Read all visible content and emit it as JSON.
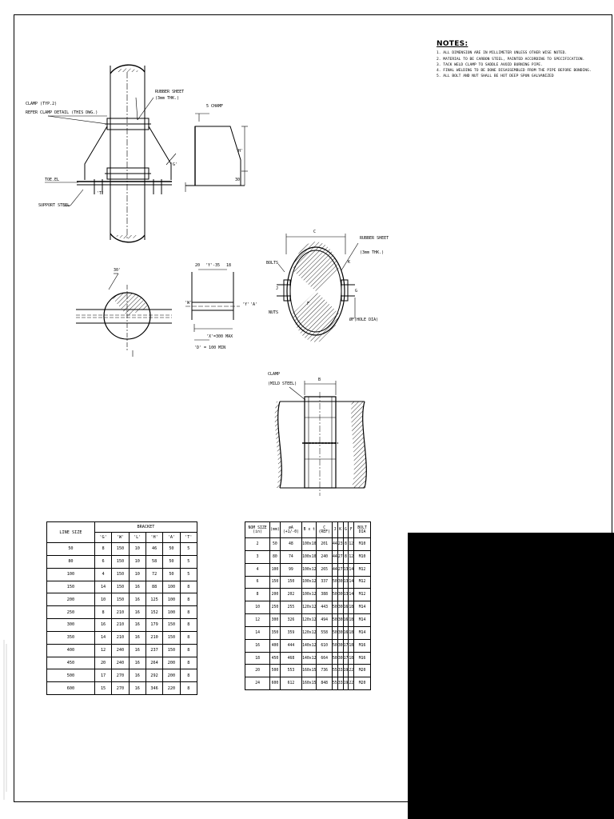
{
  "notes": {
    "title": "NOTES:",
    "items": [
      "1. ALL DIMENSION ARE IN MILLIMETER UNLESS OTHER WISE NOTED.",
      "2. MATERIAL TO BE CARBON STEEL, PAINTED ACCORDING TO SPECIFICATION.",
      "3. TACK WELD CLAMP TO SADDLE AVOID BURNING PIPE.",
      "4. FINAL WELDING TO BE DONE DISASSEMBLED FROM THE PIPE BEFORE BONDING.",
      "5. ALL BOLT AND NUT SHALL BE HOT DEEP SPUN GALVANIZED"
    ]
  },
  "labels": {
    "clamp_typ": "CLAMP (TYP.2)",
    "refer_clamp": "REFER CLAMP DETAIL (THIS DWG.)",
    "rubber_sheet_1": "RUBBER SHEET",
    "rubber_sheet_1b": "(3mm THK.)",
    "chamf": "5 CHAMF",
    "dim_h": "'H'",
    "dim_30": "30",
    "toe": "TOE.EL",
    "support_steel": "SUPPORT STEEL",
    "dim_t": "'T'",
    "dim_g": "'G'",
    "angle_30": "30'",
    "dim_20": "20",
    "y35": "'Y'-35",
    "dim_18": "18",
    "dim_y": "'Y'",
    "dim_w": "'W'",
    "dim_a": "'A'",
    "max_note": "'X'=300 MAX",
    "min_note": "'D'  = 100 MIN",
    "c_label": "C",
    "rubber_sheet_2": "RUBBER SHEET",
    "rubber_sheet_2b": "(3mm THK.)",
    "bolts": "BOLTS",
    "nuts": "NUTS",
    "k_label": "K",
    "j_label": "J",
    "g_label": "G",
    "f_label": "F",
    "hole_dia": "ØF(HOLE DIA)",
    "clamp_mild": "CLAMP",
    "clamp_mild_b": "(MILD STEEL)",
    "b_label": "B"
  },
  "bracket_table": {
    "line_size_header": "LINE SIZE",
    "group_header": "BRACKET",
    "columns": [
      "'G'",
      "'W'",
      "'L'",
      "'H'",
      "'A'",
      "'T'"
    ],
    "rows": [
      [
        "50",
        "8",
        "150",
        "10",
        "46",
        "50",
        "5"
      ],
      [
        "80",
        "6",
        "150",
        "10",
        "58",
        "50",
        "5"
      ],
      [
        "100",
        "4",
        "150",
        "10",
        "72",
        "50",
        "5"
      ],
      [
        "150",
        "14",
        "150",
        "16",
        "88",
        "100",
        "8"
      ],
      [
        "200",
        "10",
        "150",
        "16",
        "125",
        "100",
        "8"
      ],
      [
        "250",
        "8",
        "210",
        "16",
        "152",
        "100",
        "8"
      ],
      [
        "300",
        "16",
        "210",
        "16",
        "179",
        "150",
        "8"
      ],
      [
        "350",
        "14",
        "210",
        "16",
        "210",
        "150",
        "8"
      ],
      [
        "400",
        "12",
        "240",
        "16",
        "237",
        "150",
        "8"
      ],
      [
        "450",
        "20",
        "240",
        "16",
        "264",
        "200",
        "8"
      ],
      [
        "500",
        "17",
        "270",
        "16",
        "292",
        "200",
        "8"
      ],
      [
        "600",
        "15",
        "270",
        "16",
        "346",
        "220",
        "8"
      ]
    ]
  },
  "clamp_table": {
    "headers": [
      "NOM SIZE (in)",
      "(mm)",
      "øA (+1/-0)",
      "B x t",
      "C (REF)",
      "J",
      "K",
      "G",
      "F",
      "BOLT DIA"
    ],
    "rows": [
      [
        "2",
        "50",
        "48",
        "100x10",
        "201",
        "44",
        "23",
        "8",
        "12",
        "M10"
      ],
      [
        "3",
        "80",
        "74",
        "100x10",
        "240",
        "44",
        "27",
        "8",
        "12",
        "M10"
      ],
      [
        "4",
        "100",
        "99",
        "100x12",
        "265",
        "44",
        "27",
        "13",
        "14",
        "M12"
      ],
      [
        "6",
        "150",
        "150",
        "100x12",
        "337",
        "50",
        "30",
        "13",
        "14",
        "M12"
      ],
      [
        "8",
        "200",
        "202",
        "100x12",
        "388",
        "50",
        "30",
        "13",
        "14",
        "M12"
      ],
      [
        "10",
        "250",
        "255",
        "120x12",
        "443",
        "50",
        "30",
        "16",
        "18",
        "M14"
      ],
      [
        "12",
        "300",
        "326",
        "120x12",
        "494",
        "50",
        "30",
        "16",
        "18",
        "M14"
      ],
      [
        "14",
        "350",
        "359",
        "120x12",
        "558",
        "50",
        "30",
        "16",
        "18",
        "M14"
      ],
      [
        "16",
        "400",
        "444",
        "140x12",
        "610",
        "50",
        "30",
        "17",
        "18",
        "M16"
      ],
      [
        "18",
        "450",
        "468",
        "140x12",
        "664",
        "50",
        "30",
        "17",
        "18",
        "M16"
      ],
      [
        "20",
        "500",
        "553",
        "160x15",
        "736",
        "55",
        "33",
        "19",
        "22",
        "M20"
      ],
      [
        "24",
        "600",
        "612",
        "160x15",
        "848",
        "55",
        "33",
        "19",
        "22",
        "M20"
      ]
    ]
  }
}
